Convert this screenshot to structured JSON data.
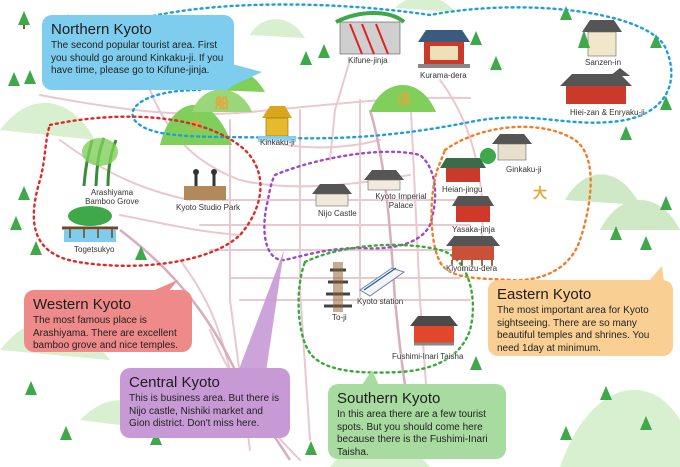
{
  "regions": {
    "northern": {
      "title": "Northern Kyoto",
      "text": "The second popular tourist area. First you should go around Kinkaku-ji. If you have time, please go to Kifune-jinja.",
      "color": "#7fcdee"
    },
    "western": {
      "title": "Western Kyoto",
      "text": "The most famous place is Arashiyama. There are excellent bamboo grove and nice temples.",
      "color": "#ef8a8a"
    },
    "central": {
      "title": "Central Kyoto",
      "text": "This is business area. But there is Nijo castle, Nishiki market and Gion district. Don't miss here.",
      "color": "#c79ad6"
    },
    "southern": {
      "title": "Southern Kyoto",
      "text": "In this area there are a few tourist spots. But you should come here because there is the Fushimi-Inari Taisha.",
      "color": "#a8dba0"
    },
    "eastern": {
      "title": "Eastern Kyoto",
      "text": "The most important area for Kyoto sightseeing. There are so many beautiful temples and shrines. You need 1day at minimum.",
      "color": "#f9cf94"
    }
  },
  "places": {
    "kifune": "Kifune-jinja",
    "kurama": "Kurama-dera",
    "sanzen": "Sanzen-in",
    "hiei": "Hiei-zan & Enryaku-ji",
    "kinkaku": "Kinkaku-ji",
    "ginkaku": "Ginkaku-ji",
    "heian": "Heian-jingu",
    "yasaka": "Yasaka-jinja",
    "kiyomizu": "Kiyomizu-dera",
    "arashiyama": "Arashiyama Bamboo Grove",
    "togetsukyo": "Togetsukyo",
    "studio": "Kyoto Studio Park",
    "nijo": "Nijo Castle",
    "imperial": "Kyoto Imperial Palace",
    "station": "Kyoto station",
    "toji": "To-ji",
    "fushimi": "Fushimi-Inari Taisha"
  },
  "colors": {
    "north_border": "#1e9fd8",
    "west_border": "#d62c2c",
    "central_border": "#9a4cc0",
    "south_border": "#3aa93a",
    "east_border": "#ef7e2a",
    "mountain": "#7fcf5a",
    "mountain_mark": "#e8a43c",
    "tree": "#3ea84a",
    "road": "#e7c4cc"
  }
}
